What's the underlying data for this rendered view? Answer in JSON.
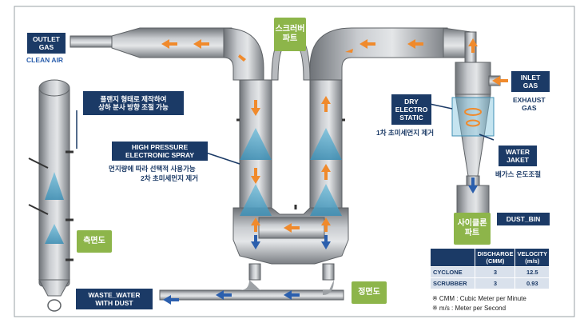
{
  "labels": {
    "outlet_gas": "OUTLET\nGAS",
    "clean_air": "CLEAN AIR",
    "flange_note": "플랜지 형태로 제작하여\n상하 분사 방향 조절 가능",
    "high_pressure_spray": "HIGH PRESSURE\nELECTRONIC SPRAY",
    "spray_note_1": "먼지량에 따라 선택적 사용가능",
    "spray_note_2": "2차 초미세먼지 제거",
    "dry_electro_static": "DRY\nELECTRO\nSTATIC",
    "dry_note": "1차 초미세먼지 제거",
    "inlet_gas": "INLET\nGAS",
    "exhaust_gas": "EXHAUST\nGAS",
    "water_jaket": "WATER\nJAKET",
    "water_note": "배가스 온도조절",
    "dust_bin": "DUST_BIN",
    "waste_water": "WASTE_WATER\nWITH DUST",
    "scrubber_part": "스크러버\n파트",
    "cyclone_part": "사이클론\n파트",
    "side_view": "측면도",
    "front_view": "정면도"
  },
  "table": {
    "headers": [
      "",
      "DISCHARGE\n(CMM)",
      "VELOCITY\n(m/s)"
    ],
    "rows": [
      [
        "CYCLONE",
        "3",
        "12.5"
      ],
      [
        "SCRUBBER",
        "3",
        "0.93"
      ]
    ]
  },
  "footnotes": {
    "cmm": "※ CMM : Cubic Meter per Minute",
    "ms": "※ m/s : Meter per Second"
  },
  "colors": {
    "navy": "#1b3a66",
    "green": "#8db54a",
    "arrow_orange": "#f08a2c",
    "arrow_blue": "#2b5fad",
    "spray_teal": "#5ba9c9"
  }
}
